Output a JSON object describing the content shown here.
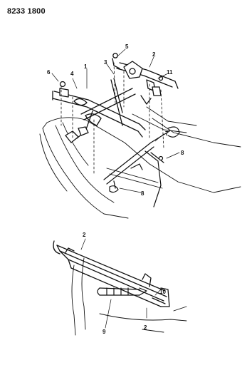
{
  "document": {
    "id": "8233 1800"
  },
  "callouts": {
    "c1": "1",
    "c2_top": "2",
    "c3": "3",
    "c4": "4",
    "c5": "5",
    "c6": "6",
    "c7": "7",
    "c8_right": "8",
    "c8_lower": "8",
    "c11": "11",
    "c2_bottom_a": "2",
    "c9": "9",
    "c10": "10",
    "c2_bottom_b": "2"
  }
}
